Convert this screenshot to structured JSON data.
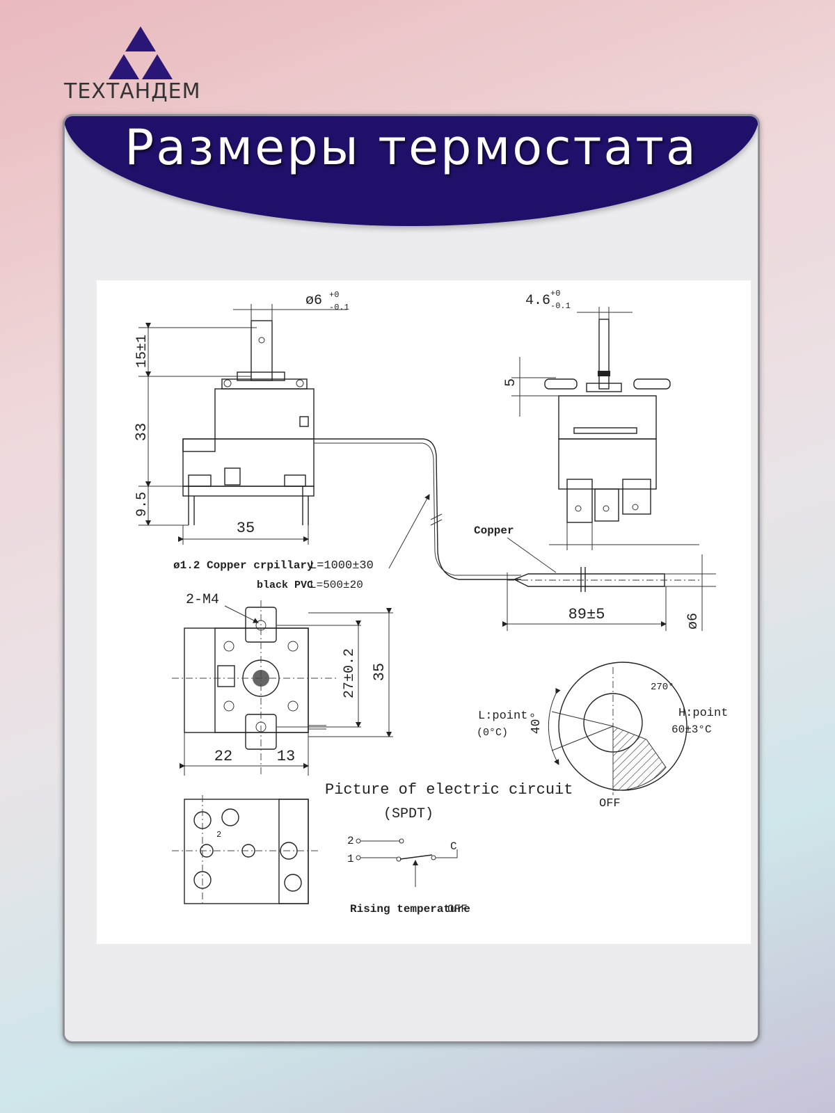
{
  "logo": {
    "text": "ТЕХТАНДЕМ",
    "color": "#2a1677"
  },
  "banner": {
    "title": "Размеры термостата",
    "color": "#21106a"
  },
  "drawing": {
    "shaft_diameter_left": "ø6",
    "shaft_tol_left_plus": "+0",
    "shaft_tol_left_minus": "-0.1",
    "shaft_width_right": "4.6",
    "shaft_tol_right_plus": "+0",
    "shaft_tol_right_minus": "-0.1",
    "dim_15": "15±1",
    "dim_33": "33",
    "dim_9_5": "9.5",
    "dim_35_width": "35",
    "dim_5": "5",
    "capillary_line1_bold": "ø1.2 Copper crpillary",
    "capillary_line1_len": "L=1000±30",
    "capillary_line2_bold": "black PVC",
    "capillary_line2_len": "L=500±20",
    "copper_label": "Copper",
    "dim_89": "89±5",
    "dim_phi6": "ø6",
    "mount_label": "2-M4",
    "dim_27": "27±0.2",
    "dim_35_height": "35",
    "dim_22": "22",
    "dim_13": "13",
    "angle_270": "270°",
    "angle_40": "40°",
    "l_point": "L:point",
    "l_point_temp": "(0°C)",
    "h_point": "H:point",
    "h_point_temp": "60±3°C",
    "off_label": "OFF",
    "circuit_title": "Picture of electric circuit",
    "circuit_type": "(SPDT)",
    "terminal_2": "2",
    "terminal_1": "1",
    "terminal_c": "C",
    "rising_bold": "Rising temperature",
    "rising_off": "OFF"
  }
}
